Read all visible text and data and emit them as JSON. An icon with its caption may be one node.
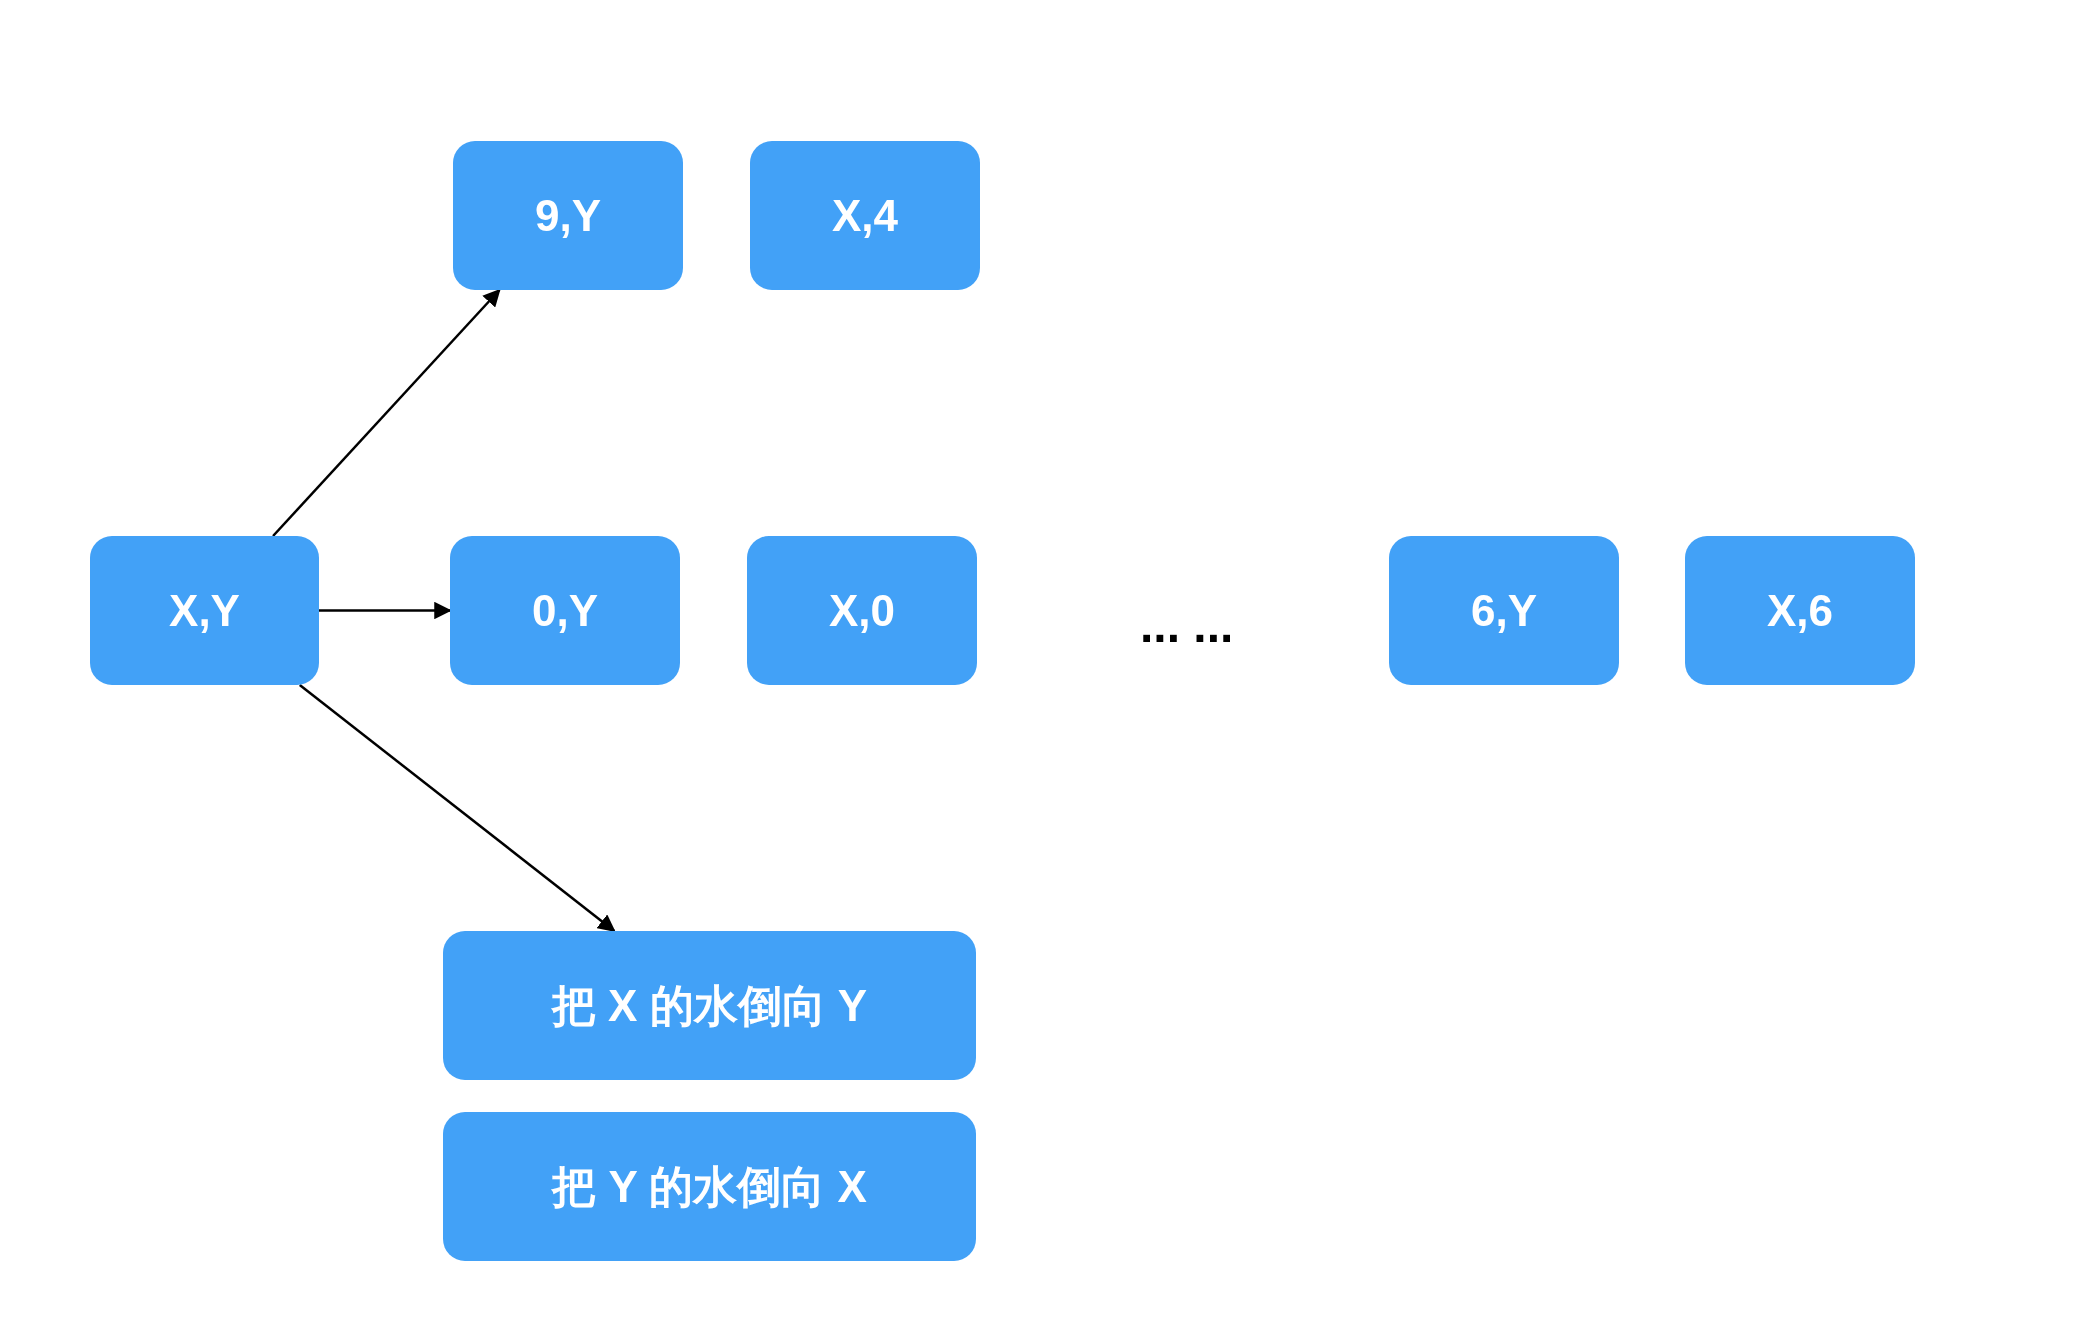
{
  "diagram": {
    "nodes": [
      {
        "text": [
          "X,Y"
        ]
      },
      {
        "text": [
          "9,Y"
        ]
      },
      {
        "text": [
          "X,4"
        ]
      },
      {
        "text": [
          "0,Y"
        ]
      },
      {
        "text": [
          "X,0"
        ]
      },
      {
        "text": [
          "6,Y"
        ]
      },
      {
        "text": [
          "X,6"
        ]
      },
      {
        "text": [
          "把 X 的水倒向 Y"
        ]
      },
      {
        "text": [
          "把 Y 的水倒向 X"
        ]
      }
    ],
    "edges": [
      {
        "from": 0,
        "to": 1,
        "arrow": "to"
      },
      {
        "from": 0,
        "to": 3,
        "arrow": "to"
      },
      {
        "from": 0,
        "to": 7,
        "arrow": "to"
      }
    ],
    "labels": [
      "... ..."
    ]
  }
}
